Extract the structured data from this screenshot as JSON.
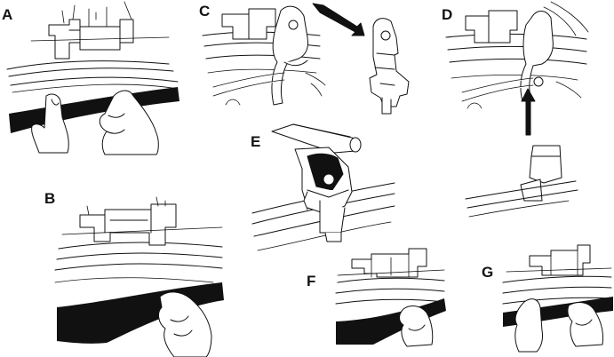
{
  "figure": {
    "panels": [
      {
        "id": "A",
        "label": "A"
      },
      {
        "id": "B",
        "label": "B"
      },
      {
        "id": "C",
        "label": "C"
      },
      {
        "id": "D",
        "label": "D"
      },
      {
        "id": "E",
        "label": "E"
      },
      {
        "id": "F",
        "label": "F"
      },
      {
        "id": "G",
        "label": "G"
      }
    ],
    "colors": {
      "ink": "#111111",
      "paper": "#ffffff"
    }
  }
}
